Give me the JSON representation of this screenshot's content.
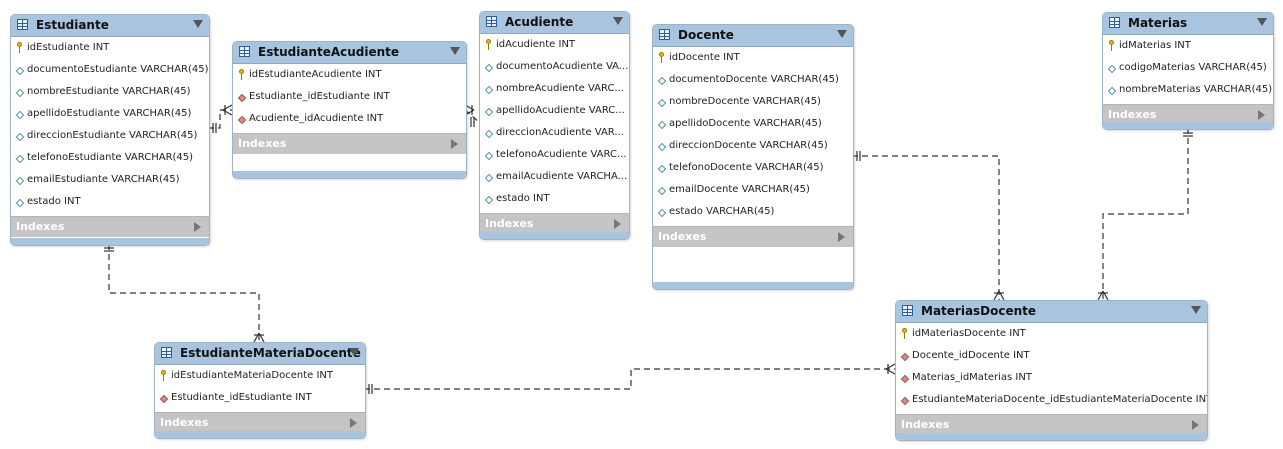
{
  "diagram": {
    "tables": [
      {
        "id": "estudiante",
        "name": "Estudiante",
        "columns": [
          {
            "kind": "pk",
            "label": "idEstudiante INT"
          },
          {
            "kind": "col",
            "label": "documentoEstudiante VARCHAR(45)"
          },
          {
            "kind": "col",
            "label": "nombreEstudiante VARCHAR(45)"
          },
          {
            "kind": "col",
            "label": "apellidoEstudiante VARCHAR(45)"
          },
          {
            "kind": "col",
            "label": "direccionEstudiante VARCHAR(45)"
          },
          {
            "kind": "col",
            "label": "telefonoEstudiante VARCHAR(45)"
          },
          {
            "kind": "col",
            "label": "emailEstudiante VARCHAR(45)"
          },
          {
            "kind": "col",
            "label": "estado INT"
          }
        ],
        "indexes_label": "Indexes"
      },
      {
        "id": "estudiante-acudiente",
        "name": "EstudianteAcudiente",
        "columns": [
          {
            "kind": "pk",
            "label": "idEstudianteAcudiente INT"
          },
          {
            "kind": "fk",
            "label": "Estudiante_idEstudiante INT"
          },
          {
            "kind": "fk",
            "label": "Acudiente_idAcudiente INT"
          }
        ],
        "indexes_label": "Indexes"
      },
      {
        "id": "acudiente",
        "name": "Acudiente",
        "columns": [
          {
            "kind": "pk",
            "label": "idAcudiente INT"
          },
          {
            "kind": "col",
            "label": "documentoAcudiente VA..."
          },
          {
            "kind": "col",
            "label": "nombreAcudiente VARC..."
          },
          {
            "kind": "col",
            "label": "apellidoAcudiente VARC..."
          },
          {
            "kind": "col",
            "label": "direccionAcudiente VAR..."
          },
          {
            "kind": "col",
            "label": "telefonoAcudiente VARC..."
          },
          {
            "kind": "col",
            "label": "emailAcudiente VARCHA..."
          },
          {
            "kind": "col",
            "label": "estado INT"
          }
        ],
        "indexes_label": "Indexes"
      },
      {
        "id": "docente",
        "name": "Docente",
        "columns": [
          {
            "kind": "pk",
            "label": "idDocente INT"
          },
          {
            "kind": "col",
            "label": "documentoDocente VARCHAR(45)"
          },
          {
            "kind": "col",
            "label": "nombreDocente VARCHAR(45)"
          },
          {
            "kind": "col",
            "label": "apellidoDocente VARCHAR(45)"
          },
          {
            "kind": "col",
            "label": "direccionDocente VARCHAR(45)"
          },
          {
            "kind": "col",
            "label": "telefonoDocente VARCHAR(45)"
          },
          {
            "kind": "col",
            "label": "emailDocente VARCHAR(45)"
          },
          {
            "kind": "col",
            "label": "estado VARCHAR(45)"
          }
        ],
        "indexes_label": "Indexes"
      },
      {
        "id": "materias",
        "name": "Materias",
        "columns": [
          {
            "kind": "pk",
            "label": "idMaterias INT"
          },
          {
            "kind": "col",
            "label": "codigoMaterias VARCHAR(45)"
          },
          {
            "kind": "col",
            "label": "nombreMaterias VARCHAR(45)"
          }
        ],
        "indexes_label": "Indexes"
      },
      {
        "id": "materias-docente",
        "name": "MateriasDocente",
        "columns": [
          {
            "kind": "pk",
            "label": "idMateriasDocente INT"
          },
          {
            "kind": "fk",
            "label": "Docente_idDocente INT"
          },
          {
            "kind": "fk",
            "label": "Materias_idMaterias INT"
          },
          {
            "kind": "fk",
            "label": "EstudianteMateriaDocente_idEstudianteMateriaDocente INT"
          }
        ],
        "indexes_label": "Indexes"
      },
      {
        "id": "estudiante-materia-docente",
        "name": "EstudianteMateriaDocente",
        "columns": [
          {
            "kind": "pk",
            "label": "idEstudianteMateriaDocente INT"
          },
          {
            "kind": "fk",
            "label": "Estudiante_idEstudiante INT"
          }
        ],
        "indexes_label": "Indexes"
      }
    ],
    "relationships": [
      {
        "from": "estudiante",
        "to": "estudiante-acudiente",
        "from_end": "one",
        "to_end": "many"
      },
      {
        "from": "acudiente",
        "to": "estudiante-acudiente",
        "from_end": "one",
        "to_end": "many"
      },
      {
        "from": "estudiante",
        "to": "estudiante-materia-docente",
        "from_end": "one",
        "to_end": "many"
      },
      {
        "from": "docente",
        "to": "materias-docente",
        "from_end": "one",
        "to_end": "many"
      },
      {
        "from": "materias",
        "to": "materias-docente",
        "from_end": "one",
        "to_end": "many"
      },
      {
        "from": "estudiante-materia-docente",
        "to": "materias-docente",
        "from_end": "one",
        "to_end": "many"
      }
    ],
    "colors": {
      "header": "#a8c4de",
      "index_bar": "#c5c5c5",
      "connector": "#333333",
      "pk_icon": "#e7b618",
      "fk_icon": "#d78b86"
    }
  }
}
